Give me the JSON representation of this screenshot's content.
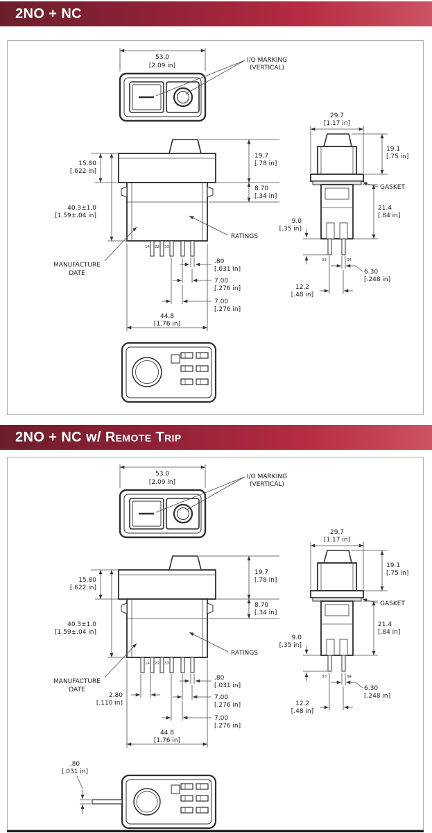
{
  "banner1": {
    "title": "2NO + NC"
  },
  "banner2": {
    "prefix": "2NO + NC w/ ",
    "caps": "Remote Trip"
  },
  "s1": {
    "front": {
      "w_mm": "53.0",
      "w_in": "[2.09 in]",
      "io1": "I/O MARKING",
      "io2": "(VERTICAL)"
    },
    "elev": {
      "bezel_mm": "15.80",
      "bezel_in": "[.622 in]",
      "total_mm": "40.3±1.0",
      "total_in": "[1.59±.04 in]",
      "top_mm": "19.7",
      "top_in": "[.78 in]",
      "step_mm": "8.70",
      "step_in": "[.34 in]",
      "ratings": "RATINGS",
      "mfg1": "MANUFACTURE",
      "mfg2": "DATE",
      "t1": "14",
      "t2": "22",
      "t3": "33",
      "pin_mm": ".80",
      "pin_in": "[.031 in]",
      "p1_mm": "7.00",
      "p1_in": "[.276 in]",
      "p2_mm": "7.00",
      "p2_in": "[.276 in]",
      "w_mm": "44.8",
      "w_in": "[1.76 in]"
    },
    "side": {
      "w_mm": "29.7",
      "w_in": "[1.17 in]",
      "rocker_mm": "19.1",
      "rocker_in": "[.75 in]",
      "gasket": "GASKET",
      "body_mm": "21.4",
      "body_in": "[.84 in]",
      "pinlen_mm": "9.0",
      "pinlen_in": "[.35 in]",
      "t1": "33",
      "t2": "34",
      "blade_mm": "6.30",
      "blade_in": "[.248 in]",
      "pitch_mm": "12.2",
      "pitch_in": "[.48 in]"
    }
  },
  "s2": {
    "front": {
      "w_mm": "53.0",
      "w_in": "[2.09 in]",
      "io1": "I/O MARKING",
      "io2": "(VERTICAL)"
    },
    "elev": {
      "bezel_mm": "15.80",
      "bezel_in": "[.622 in]",
      "total_mm": "40.3±1.0",
      "total_in": "[1.59±.04 in]",
      "top_mm": "19.7",
      "top_in": "[.78 in]",
      "step_mm": "8.70",
      "step_in": "[.34 in]",
      "ratings": "RATINGS",
      "mfg1": "MANUFACTURE",
      "mfg2": "DATE",
      "t1": "14",
      "t2": "22",
      "t3": "33",
      "trip_mm": "2.80",
      "trip_in": "[.110 in]",
      "pin_mm": ".80",
      "pin_in": "[.031 in]",
      "p1_mm": "7.00",
      "p1_in": "[.276 in]",
      "p2_mm": "7.00",
      "p2_in": "[.276 in]",
      "w_mm": "44.8",
      "w_in": "[1.76 in]"
    },
    "side": {
      "w_mm": "29.7",
      "w_in": "[1.17 in]",
      "rocker_mm": "19.1",
      "rocker_in": "[.75 in]",
      "gasket": "GASKET",
      "body_mm": "21.4",
      "body_in": "[.84 in]",
      "pinlen_mm": "9.0",
      "pinlen_in": "[.35 in]",
      "t1": "33",
      "t2": "34",
      "blade_mm": "6.30",
      "blade_in": "[.248 in]",
      "pitch_mm": "12.2",
      "pitch_in": "[.48 in]"
    },
    "bottom": {
      "pin_mm": ".80",
      "pin_in": "[.031 in]"
    }
  }
}
